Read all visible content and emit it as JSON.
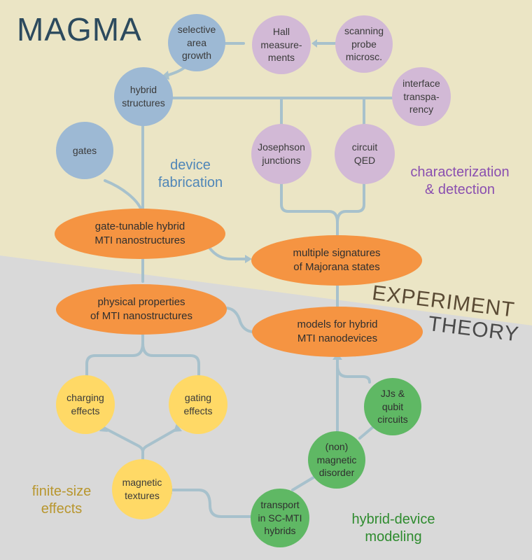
{
  "title": "MAGMA",
  "headings": {
    "experiment": "EXPERIMENT",
    "theory": "THEORY"
  },
  "group_labels": {
    "device_fabrication": "device\nfabrication",
    "characterization": "characterization\n& detection",
    "finite_size": "finite-size\neffects",
    "hybrid_modeling": "hybrid-device\nmodeling"
  },
  "nodes": {
    "selective_area_growth": "selective\narea\ngrowth",
    "hall_measurements": "Hall\nmeasure-\nments",
    "scanning_probe": "scanning\nprobe\nmicrosc.",
    "hybrid_structures": "hybrid\nstructures",
    "interface_transparency": "interface\ntranspa-\nrency",
    "gates": "gates",
    "josephson_junctions": "Josephson\njunctions",
    "circuit_qed": "circuit\nQED",
    "gate_tunable": "gate-tunable hybrid\nMTI nanostructures",
    "multiple_signatures": "multiple signatures\nof Majorana states",
    "physical_properties": "physical properties\nof MTI nanostructures",
    "models_hybrid": "models for hybrid\nMTI nanodevices",
    "charging_effects": "charging\neffects",
    "gating_effects": "gating\neffects",
    "jjs_qubit": "JJs &\nqubit\ncircuits",
    "magnetic_disorder": "(non)\nmagnetic\ndisorder",
    "magnetic_textures": "magnetic\ntextures",
    "transport_sc_mti": "transport\nin SC-MTI\nhybrids"
  },
  "colors": {
    "experiment_bg": "#ebe5c5",
    "theory_bg": "#d9d9d9",
    "fabrication": "#9db9d4",
    "characterization": "#d2b9d6",
    "central": "#f59442",
    "modeling": "#5fb864",
    "finite_size": "#ffd966",
    "arrow": "#a7c1cc",
    "title": "#2c4a5e",
    "fabrication_text": "#4f86b8",
    "characterization_text": "#8a4fb0",
    "finite_size_text": "#b8962e",
    "modeling_text": "#2e8b2e",
    "heading_text": "#4a4a4a"
  }
}
